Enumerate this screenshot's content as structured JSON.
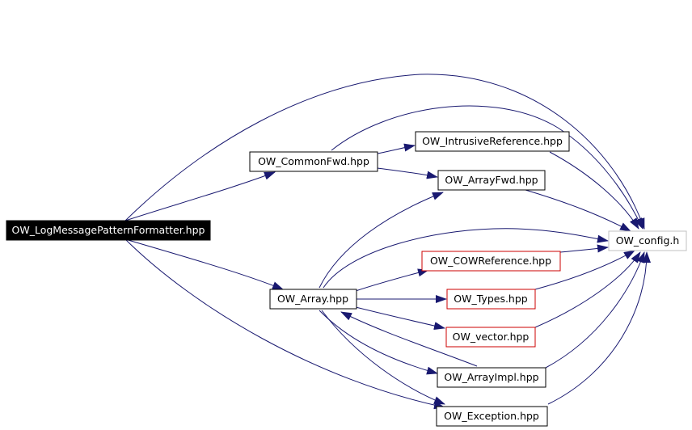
{
  "colors": {
    "edge": "#191970",
    "node_border": "#000000",
    "node_border_red": "#cc0000",
    "root_fill": "#000000",
    "root_text": "#ffffff",
    "node_fill": "#ffffff",
    "node_text": "#000000",
    "leaf_border": "#c0c0c0"
  },
  "nodes": {
    "root": "OW_LogMessagePatternFormatter.hpp",
    "commonfwd": "OW_CommonFwd.hpp",
    "intrusive": "OW_IntrusiveReference.hpp",
    "arrayfwd": "OW_ArrayFwd.hpp",
    "config": "OW_config.h",
    "cowref": "OW_COWReference.hpp",
    "array": "OW_Array.hpp",
    "types": "OW_Types.hpp",
    "vector": "OW_vector.hpp",
    "arrayimpl": "OW_ArrayImpl.hpp",
    "exception": "OW_Exception.hpp"
  }
}
